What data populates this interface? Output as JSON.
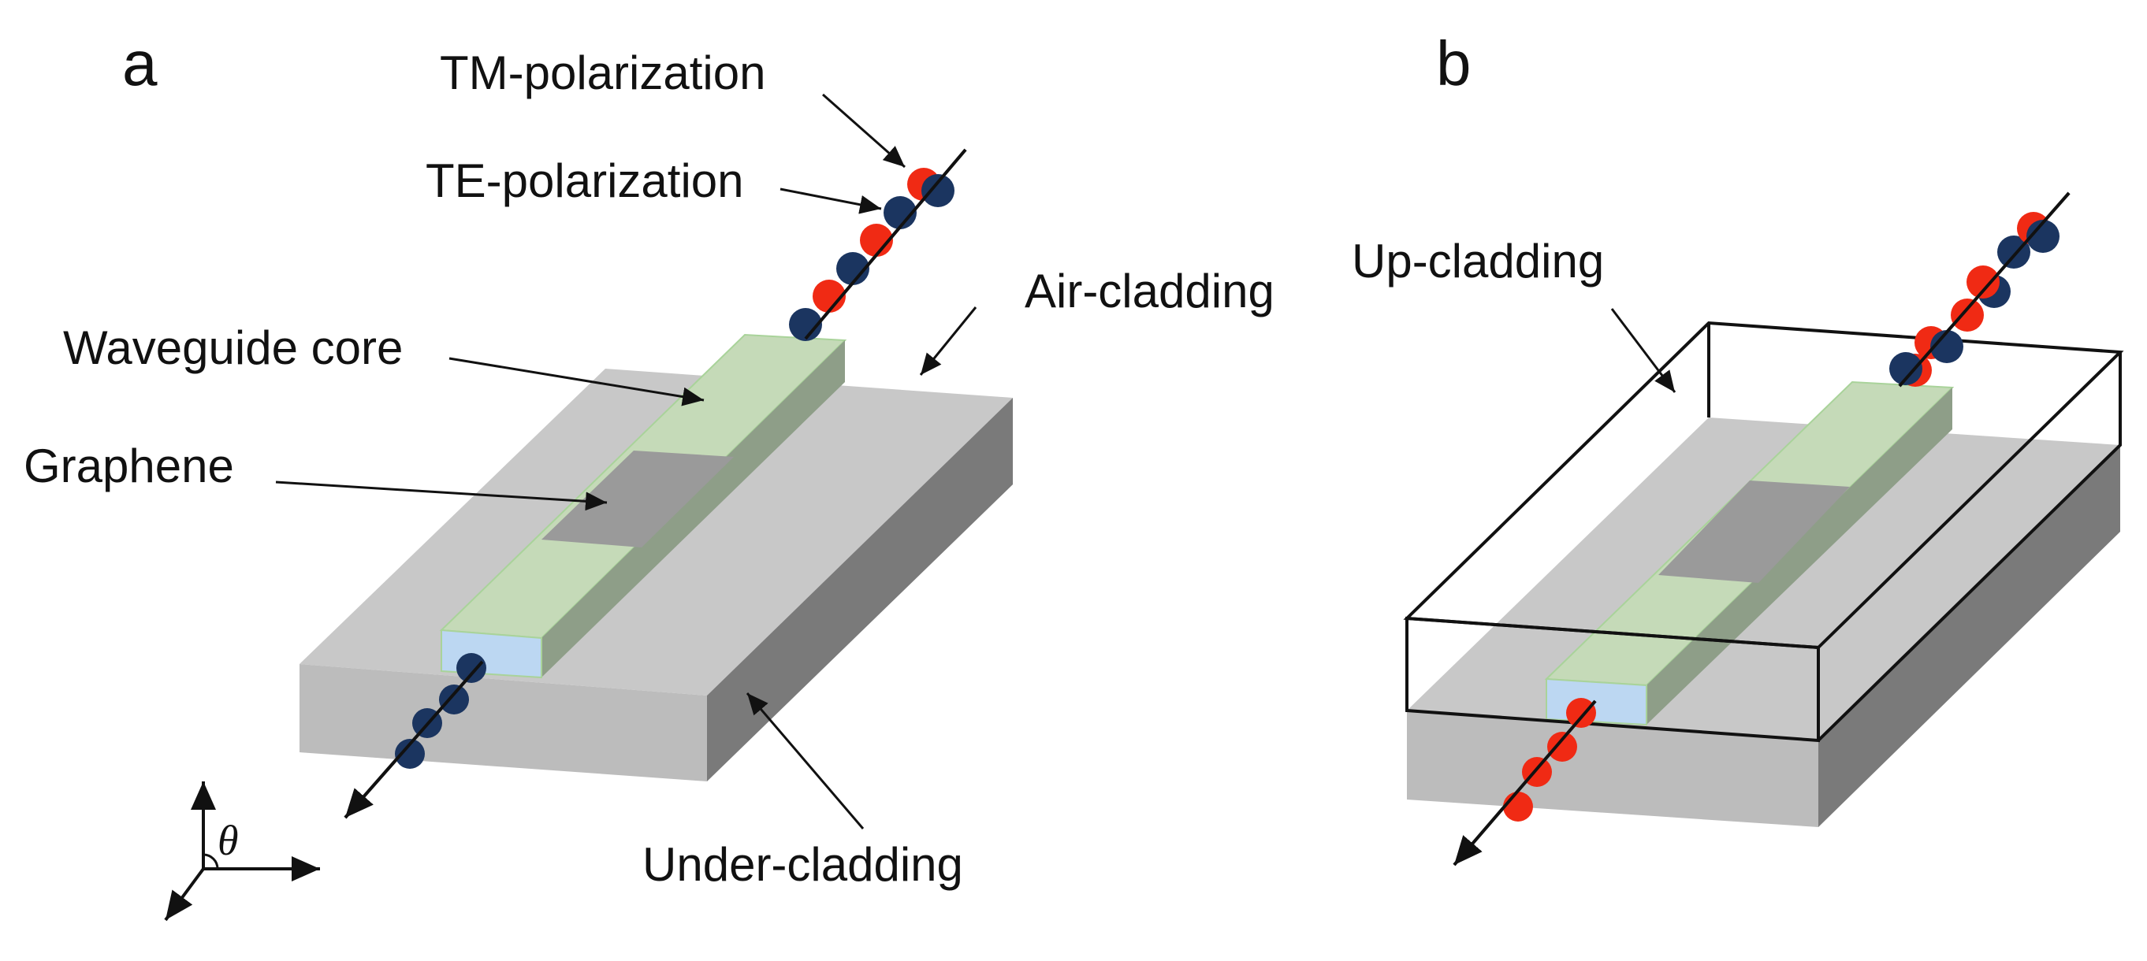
{
  "panels": {
    "a": {
      "label": "a"
    },
    "b": {
      "label": "b"
    }
  },
  "labels": {
    "tm_polarization": "TM-polarization",
    "te_polarization": "TE-polarization",
    "air_cladding": "Air-cladding",
    "waveguide_core": "Waveguide core",
    "graphene": "Graphene",
    "under_cladding": "Under-cladding",
    "up_cladding": "Up-cladding",
    "theta": "θ"
  },
  "colors": {
    "tm_wave": "#f02a14",
    "te_wave": "#1b3560",
    "waveguide_core": "#c5dab8",
    "core_facet": "#bcd7f2",
    "graphene": "#9a9a9a",
    "cladding_top": "#c8c8c8",
    "cladding_front": "#bcbcbc",
    "cladding_side": "#7a7a7a"
  }
}
